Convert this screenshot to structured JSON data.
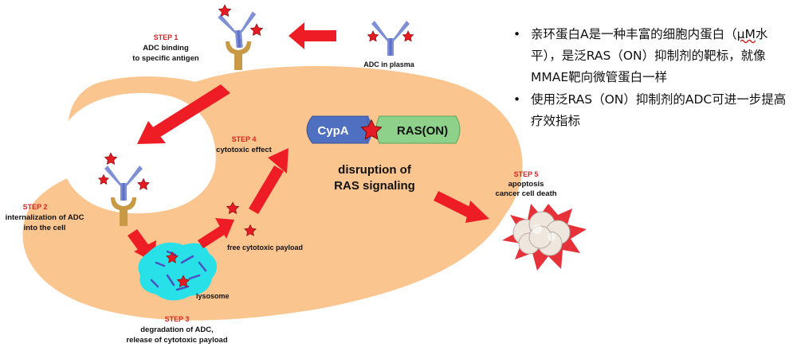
{
  "steps": {
    "s1": {
      "title": "STEP 1",
      "line1": "ADC binding",
      "line2": "to specific antigen"
    },
    "s2": {
      "title": "STEP 2",
      "line1": "internalization of ADC",
      "line2": "into the cell"
    },
    "s3": {
      "title": "STEP 3",
      "line1": "degradation of ADC,",
      "line2": "release of cytotoxic payload"
    },
    "s4": {
      "title": "STEP 4",
      "line1": "cytotoxic effect"
    },
    "s5": {
      "title": "STEP 5",
      "line1": "apoptosis",
      "line2": "cancer cell death"
    }
  },
  "labels": {
    "adc_plasma": "ADC in plasma",
    "free_payload": "free cytotoxic payload",
    "lysosome": "lysosome",
    "cypa": "CypA",
    "ras": "RAS(ON)",
    "disruption1": "disruption of",
    "disruption2": "RAS signaling"
  },
  "notes": {
    "b1_pre": "亲环蛋白A是一种丰富的细胞内蛋白（",
    "b1_mu": "μM",
    "b1_post": "水平），是泛RAS（ON）抑制剂的靶标，就像MMAE靶向微管蛋白一样",
    "b2": "使用泛RAS（ON）抑制剂的ADC可进一步提高疗效指标"
  },
  "colors": {
    "cell": "#fbc58f",
    "arrow": "#ee1c24",
    "antibody": "#7f8fd6",
    "antigen": "#c99a45",
    "lysosome": "#27e0e8",
    "cypa": "#4f6fc0",
    "ras": "#8ed18a",
    "star": "#e41b23"
  }
}
